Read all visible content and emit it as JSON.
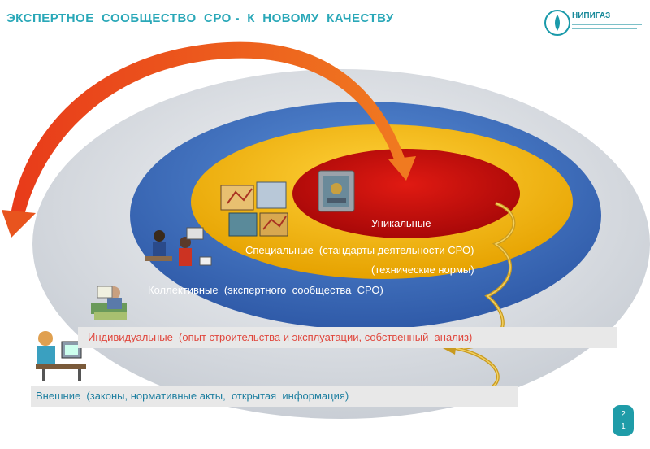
{
  "header": {
    "title": "ЭКСПЕРТНОЕ  СООБЩЕСТВО  СРО -  К  НОВОМУ  КАЧЕСТВУ",
    "logo_text": "НИПИГАЗ"
  },
  "levels": {
    "unique_line1": "Уникальные",
    "unique_line2": "(технические нормы)",
    "special": "Специальные  (стандарты деятельности СРО)",
    "collective": "Коллективные  (экспертного  сообщества  СРО)",
    "individual": "Индивидуальные  (опыт строительства и эксплуатации, собственный  анализ)",
    "external": "Внешние  (законы, нормативные акты,  открытая  информация)"
  },
  "colors": {
    "outer_ellipse": "#d9dde2",
    "blue_ellipse": "#4a7bc8",
    "yellow_ellipse": "#f5b800",
    "red_ellipse": "#cc1111",
    "arrow": "#e8541e",
    "accent": "#2aa8b8"
  },
  "icons": [
    "safe-icon",
    "documents-collage-icon",
    "people-at-desk-icon",
    "reading-person-icon",
    "person-at-computer-icon",
    "spiral-arrow-icon",
    "logo-icon"
  ],
  "page": {
    "number_line1": "2",
    "number_line2": "1"
  }
}
